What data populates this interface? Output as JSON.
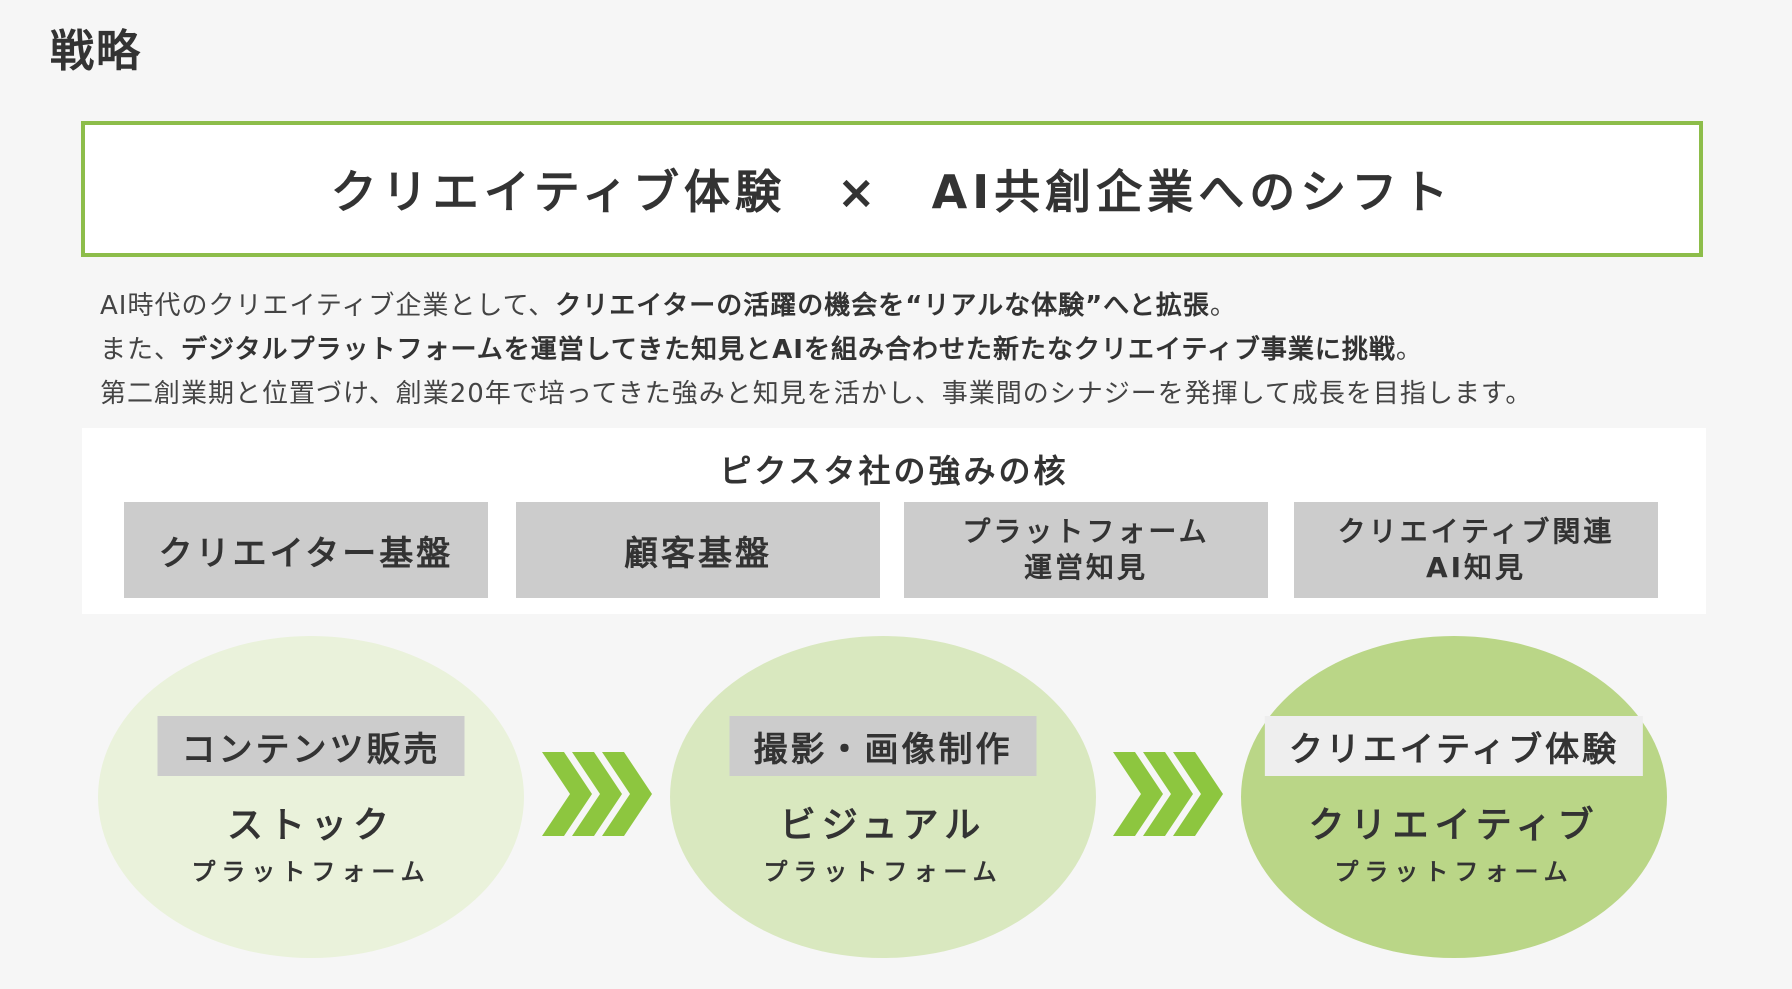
{
  "page": {
    "title": "戦略"
  },
  "headline": {
    "text": "クリエイティブ体験　×　AI共創企業へのシフト"
  },
  "intro": {
    "line1": {
      "plain1": "AI時代のクリエイティブ企業として、",
      "bold1": "クリエイターの活躍の機会を“リアルな体験”へと拡張",
      "plain2": "。"
    },
    "line2": {
      "plain1": "また、",
      "bold1": "デジタルプラットフォームを運営してきた知見とAIを組み合わせた新たなクリエイティブ事業に挑戦",
      "plain2": "。"
    },
    "line3": {
      "plain1": "第二創業期と位置づけ、創業20年で培ってきた強みと知見を活かし、事業間のシナジーを発揮して成長を目指します。"
    }
  },
  "core": {
    "title": "ピクスタ社の強みの核",
    "boxes": [
      {
        "lines": [
          "クリエイター基盤"
        ]
      },
      {
        "lines": [
          "顧客基盤"
        ]
      },
      {
        "lines": [
          "プラットフォーム",
          "運営知見"
        ]
      },
      {
        "lines": [
          "クリエイティブ関連",
          "AI知見"
        ]
      }
    ]
  },
  "stages": [
    {
      "tag": "コンテンツ販売",
      "main": "ストック",
      "sub": "プラットフォーム"
    },
    {
      "tag": "撮影・画像制作",
      "main": "ビジュアル",
      "sub": "プラットフォーム"
    },
    {
      "tag": "クリエイティブ体験",
      "main": "クリエイティブ",
      "sub": "プラットフォーム"
    }
  ],
  "colors": {
    "accent_green": "#8dbd4a",
    "arrow_green": "#8dc63f",
    "stage1_fill": "#eaf2db",
    "stage2_fill": "#d9e8bf",
    "stage3_fill": "#bad687",
    "box_gray": "#cccccc"
  },
  "icons": {
    "stage_arrow": "triple-chevron-right-icon"
  }
}
